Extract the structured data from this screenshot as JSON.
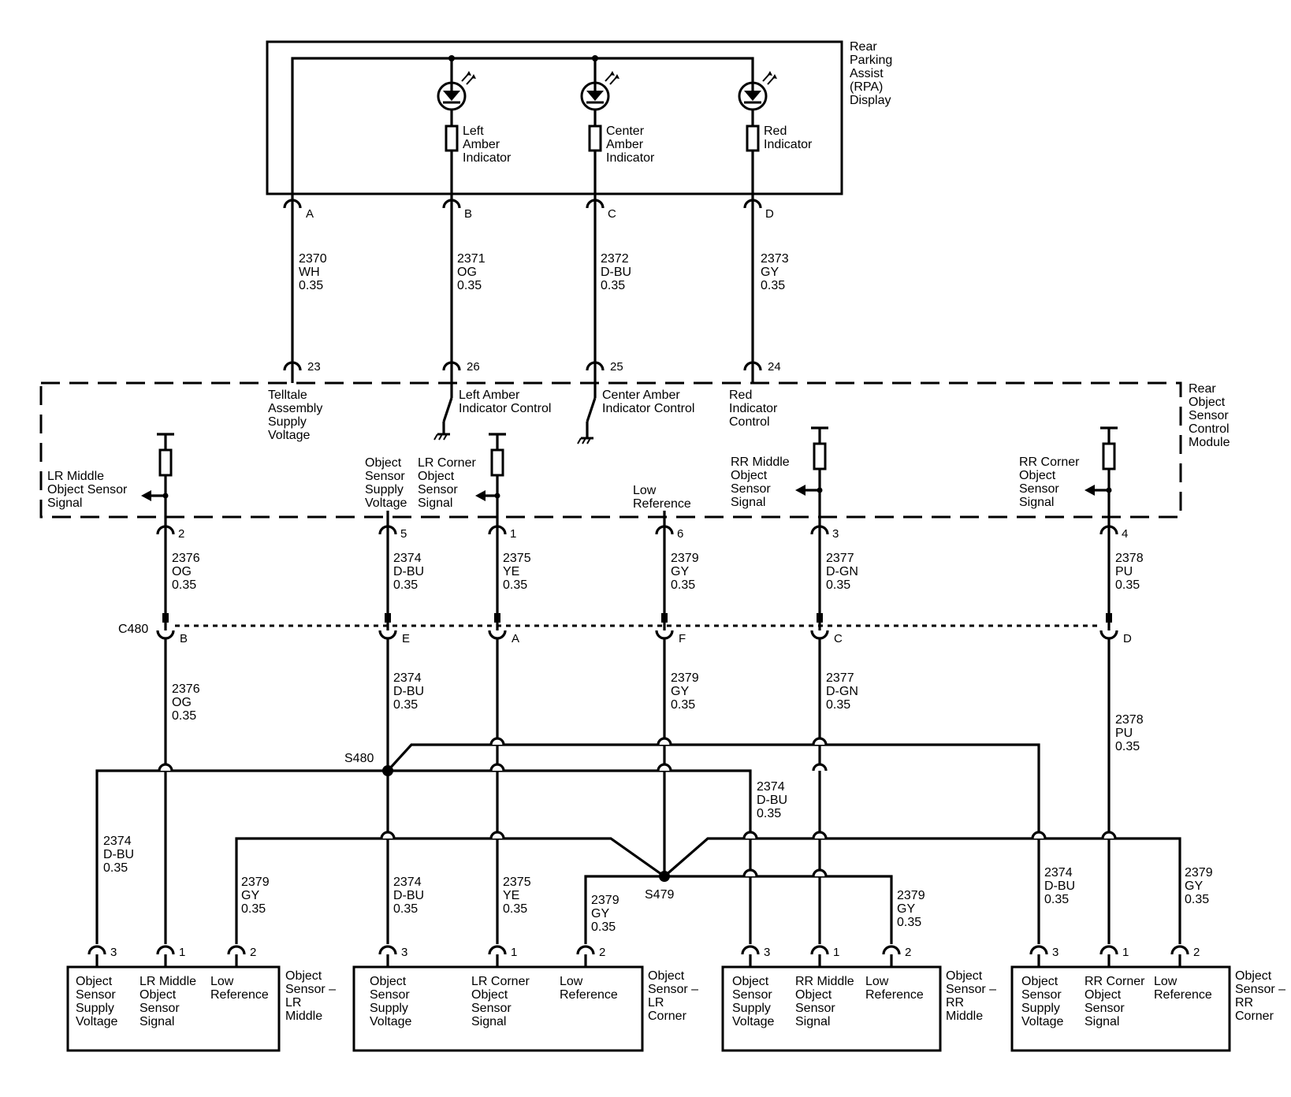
{
  "display": {
    "title": [
      "Rear",
      "Parking",
      "Assist",
      "(RPA)",
      "Display"
    ],
    "lamps": [
      {
        "label": [
          "Left",
          "Amber",
          "Indicator"
        ]
      },
      {
        "label": [
          "Center",
          "Amber",
          "Indicator"
        ]
      },
      {
        "label": [
          "Red",
          "Indicator"
        ]
      }
    ],
    "pins": [
      "A",
      "B",
      "C",
      "D"
    ]
  },
  "display_wires": [
    {
      "circuit": "2370",
      "color": "WH",
      "gauge": "0.35"
    },
    {
      "circuit": "2371",
      "color": "OG",
      "gauge": "0.35"
    },
    {
      "circuit": "2372",
      "color": "D-BU",
      "gauge": "0.35"
    },
    {
      "circuit": "2373",
      "color": "GY",
      "gauge": "0.35"
    }
  ],
  "module": {
    "title": [
      "Rear",
      "Object",
      "Sensor",
      "Control",
      "Module"
    ],
    "top_pins": [
      "23",
      "26",
      "25",
      "24"
    ],
    "top_labels": [
      [
        "Telltale",
        "Assembly",
        "Supply",
        "Voltage"
      ],
      [
        "Left Amber",
        "Indicator Control"
      ],
      [
        "Center Amber",
        "Indicator Control"
      ],
      [
        "Red",
        "Indicator",
        "Control"
      ]
    ],
    "bottom_labels": {
      "lr_middle": [
        "LR Middle",
        "Object Sensor",
        "Signal"
      ],
      "supply": [
        "Object",
        "Sensor",
        "Supply",
        "Voltage"
      ],
      "lr_corner": [
        "LR Corner",
        "Object",
        "Sensor",
        "Signal"
      ],
      "low_ref": [
        "Low",
        "Reference"
      ],
      "rr_middle": [
        "RR Middle",
        "Object",
        "Sensor",
        "Signal"
      ],
      "rr_corner": [
        "RR Corner",
        "Object",
        "Sensor",
        "Signal"
      ]
    },
    "bottom_pins": [
      "2",
      "5",
      "1",
      "6",
      "3",
      "4"
    ]
  },
  "module_wires": [
    {
      "circuit": "2376",
      "color": "OG",
      "gauge": "0.35"
    },
    {
      "circuit": "2374",
      "color": "D-BU",
      "gauge": "0.35"
    },
    {
      "circuit": "2375",
      "color": "YE",
      "gauge": "0.35"
    },
    {
      "circuit": "2379",
      "color": "GY",
      "gauge": "0.35"
    },
    {
      "circuit": "2377",
      "color": "D-GN",
      "gauge": "0.35"
    },
    {
      "circuit": "2378",
      "color": "PU",
      "gauge": "0.35"
    }
  ],
  "connector": {
    "name": "C480",
    "pins": [
      "B",
      "E",
      "A",
      "F",
      "C",
      "D"
    ]
  },
  "harness_wires": [
    {
      "circuit": "2376",
      "color": "OG",
      "gauge": "0.35"
    },
    {
      "circuit": "2374",
      "color": "D-BU",
      "gauge": "0.35"
    },
    {
      "circuit": "2379",
      "color": "GY",
      "gauge": "0.35"
    },
    {
      "circuit": "2377",
      "color": "D-GN",
      "gauge": "0.35"
    },
    {
      "circuit": "2378",
      "color": "PU",
      "gauge": "0.35"
    }
  ],
  "splices": [
    "S480",
    "S479"
  ],
  "branch_wires": {
    "lrm_supply": {
      "circuit": "2374",
      "color": "D-BU",
      "gauge": "0.35"
    },
    "lrm_low": {
      "circuit": "2379",
      "color": "GY",
      "gauge": "0.35"
    },
    "lrc_supply": {
      "circuit": "2374",
      "color": "D-BU",
      "gauge": "0.35"
    },
    "lrc_signal": {
      "circuit": "2375",
      "color": "YE",
      "gauge": "0.35"
    },
    "lrc_low": {
      "circuit": "2379",
      "color": "GY",
      "gauge": "0.35"
    },
    "rrm_supply": {
      "circuit": "2374",
      "color": "D-BU",
      "gauge": "0.35"
    },
    "rrm_low": {
      "circuit": "2379",
      "color": "GY",
      "gauge": "0.35"
    },
    "rrc_supply": {
      "circuit": "2374",
      "color": "D-BU",
      "gauge": "0.35"
    },
    "rrc_low": {
      "circuit": "2379",
      "color": "GY",
      "gauge": "0.35"
    }
  },
  "sensors": [
    {
      "name": [
        "Object",
        "Sensor –",
        "LR",
        "Middle"
      ],
      "pins": [
        "3",
        "1",
        "2"
      ],
      "labels": [
        [
          "Object",
          "Sensor",
          "Supply",
          "Voltage"
        ],
        [
          "LR Middle",
          "Object",
          "Sensor",
          "Signal"
        ],
        [
          "Low",
          "Reference"
        ]
      ]
    },
    {
      "name": [
        "Object",
        "Sensor –",
        "LR",
        "Corner"
      ],
      "pins": [
        "3",
        "1",
        "2"
      ],
      "labels": [
        [
          "Object",
          "Sensor",
          "Supply",
          "Voltage"
        ],
        [
          "LR Corner",
          "Object",
          "Sensor",
          "Signal"
        ],
        [
          "Low",
          "Reference"
        ]
      ]
    },
    {
      "name": [
        "Object",
        "Sensor –",
        "RR",
        "Middle"
      ],
      "pins": [
        "3",
        "1",
        "2"
      ],
      "labels": [
        [
          "Object",
          "Sensor",
          "Supply",
          "Voltage"
        ],
        [
          "RR Middle",
          "Object",
          "Sensor",
          "Signal"
        ],
        [
          "Low",
          "Reference"
        ]
      ]
    },
    {
      "name": [
        "Object",
        "Sensor –",
        "RR",
        "Corner"
      ],
      "pins": [
        "3",
        "1",
        "2"
      ],
      "labels": [
        [
          "Object",
          "Sensor",
          "Supply",
          "Voltage"
        ],
        [
          "RR Corner",
          "Object",
          "Sensor",
          "Signal"
        ],
        [
          "Low",
          "Reference"
        ]
      ]
    }
  ]
}
